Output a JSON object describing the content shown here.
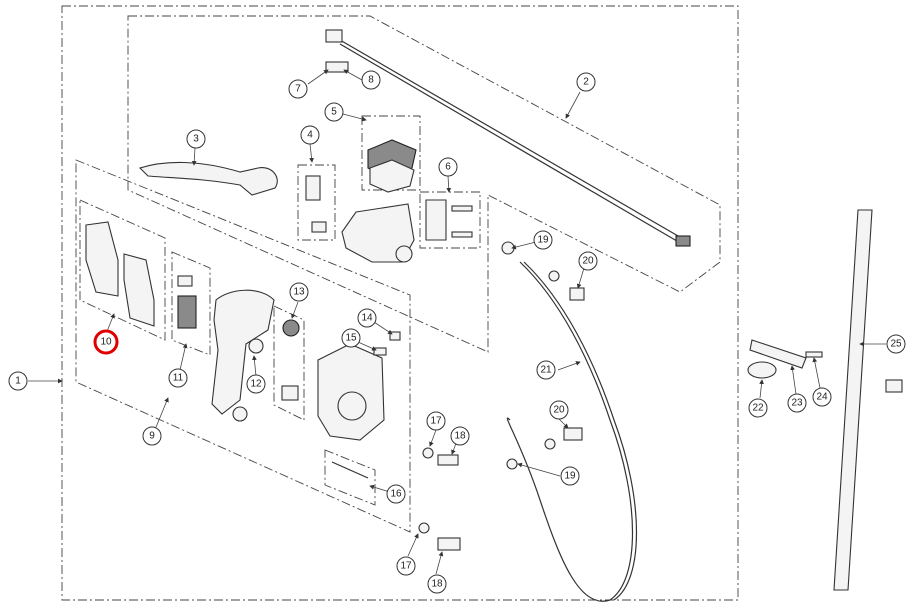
{
  "diagram": {
    "callouts": [
      "1",
      "2",
      "3",
      "4",
      "5",
      "6",
      "7",
      "8",
      "9",
      "10",
      "11",
      "12",
      "13",
      "14",
      "15",
      "16",
      "17",
      "18",
      "19",
      "20",
      "21",
      "22",
      "23",
      "24",
      "25",
      "17",
      "18",
      "19",
      "20"
    ],
    "highlighted_callout": "10",
    "highlight_color": "#e00000"
  }
}
